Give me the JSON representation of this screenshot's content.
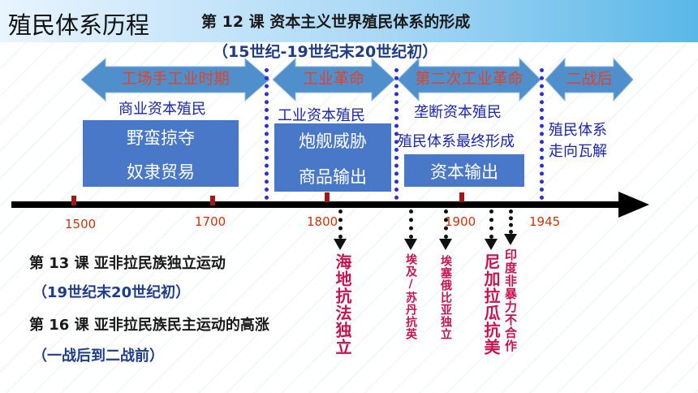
{
  "header": {
    "title": "殖民体系历程",
    "lesson12": "第 12 课  资本主义世界殖民体系的形成",
    "range": "（15世纪-19世纪末20世纪初）"
  },
  "periods": [
    {
      "label": "工场手工业时期"
    },
    {
      "label": "工业革命"
    },
    {
      "label": "第二次工业革命"
    },
    {
      "label": "二战后"
    }
  ],
  "capital_labels": [
    "商业资本殖民",
    "工业资本殖民",
    "垄断资本殖民",
    "殖民体系最终形成",
    "殖民体系",
    "走向瓦解"
  ],
  "boxes": [
    {
      "line1": "野蛮掠夺",
      "line2": "奴隶贸易"
    },
    {
      "line1": "炮舰威胁",
      "line2": "商品输出"
    },
    {
      "line1": "资本输出"
    }
  ],
  "years": [
    "1500",
    "1700",
    "1800",
    "1900",
    "1945"
  ],
  "events": [
    "海地抗法独立",
    "埃及/苏丹抗英",
    "埃塞俄比亚独立",
    "尼加拉瓜抗美",
    "印度非暴力不合作"
  ],
  "notes": {
    "lesson13": "第 13 课  亚非拉民族独立运动",
    "lesson13_range": "（19世纪末20世纪初）",
    "lesson16": "第 16 课  亚非拉民族民主运动的高涨",
    "lesson16_range": "（一战后到二战前）"
  },
  "colors": {
    "accent_blue": "#4a78c8",
    "period_text": "#e0452a",
    "event_text": "#c8134f",
    "timeline": "#000000"
  }
}
